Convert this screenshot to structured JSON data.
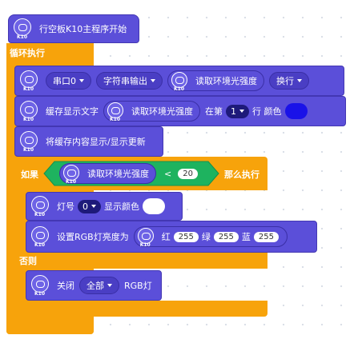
{
  "hat": {
    "label": "行空板K10主程序开始",
    "icon": "k10-icon",
    "icon_text": "K10"
  },
  "loop": {
    "label": "循环执行"
  },
  "row1": {
    "serial_dd": "串口0",
    "output_dd": "字符串输出",
    "reporter": "读取环境光强度",
    "newline_dd": "换行"
  },
  "row2": {
    "label": "缓存显示文字",
    "reporter": "读取环境光强度",
    "at_label": "在第",
    "line_dd": "1",
    "row_label": "行 颜色",
    "color": "#1a12e8"
  },
  "row3": {
    "label": "将缓存内容显示/显示更新"
  },
  "if_block": {
    "if_label": "如果",
    "reporter": "读取环境光强度",
    "op": "<",
    "value": "20",
    "then_label": "那么执行",
    "else_label": "否则"
  },
  "led": {
    "label": "灯号",
    "num_dd": "0",
    "color_label": "显示颜色",
    "color": "#ffffff"
  },
  "rgb_bright": {
    "label": "设置RGB灯亮度为",
    "reporter": "",
    "r_label": "红",
    "r": "255",
    "g_label": "绿",
    "g": "255",
    "b_label": "蓝",
    "b": "255"
  },
  "off": {
    "label": "关闭",
    "which_dd": "全部",
    "tail": "RGB灯"
  }
}
